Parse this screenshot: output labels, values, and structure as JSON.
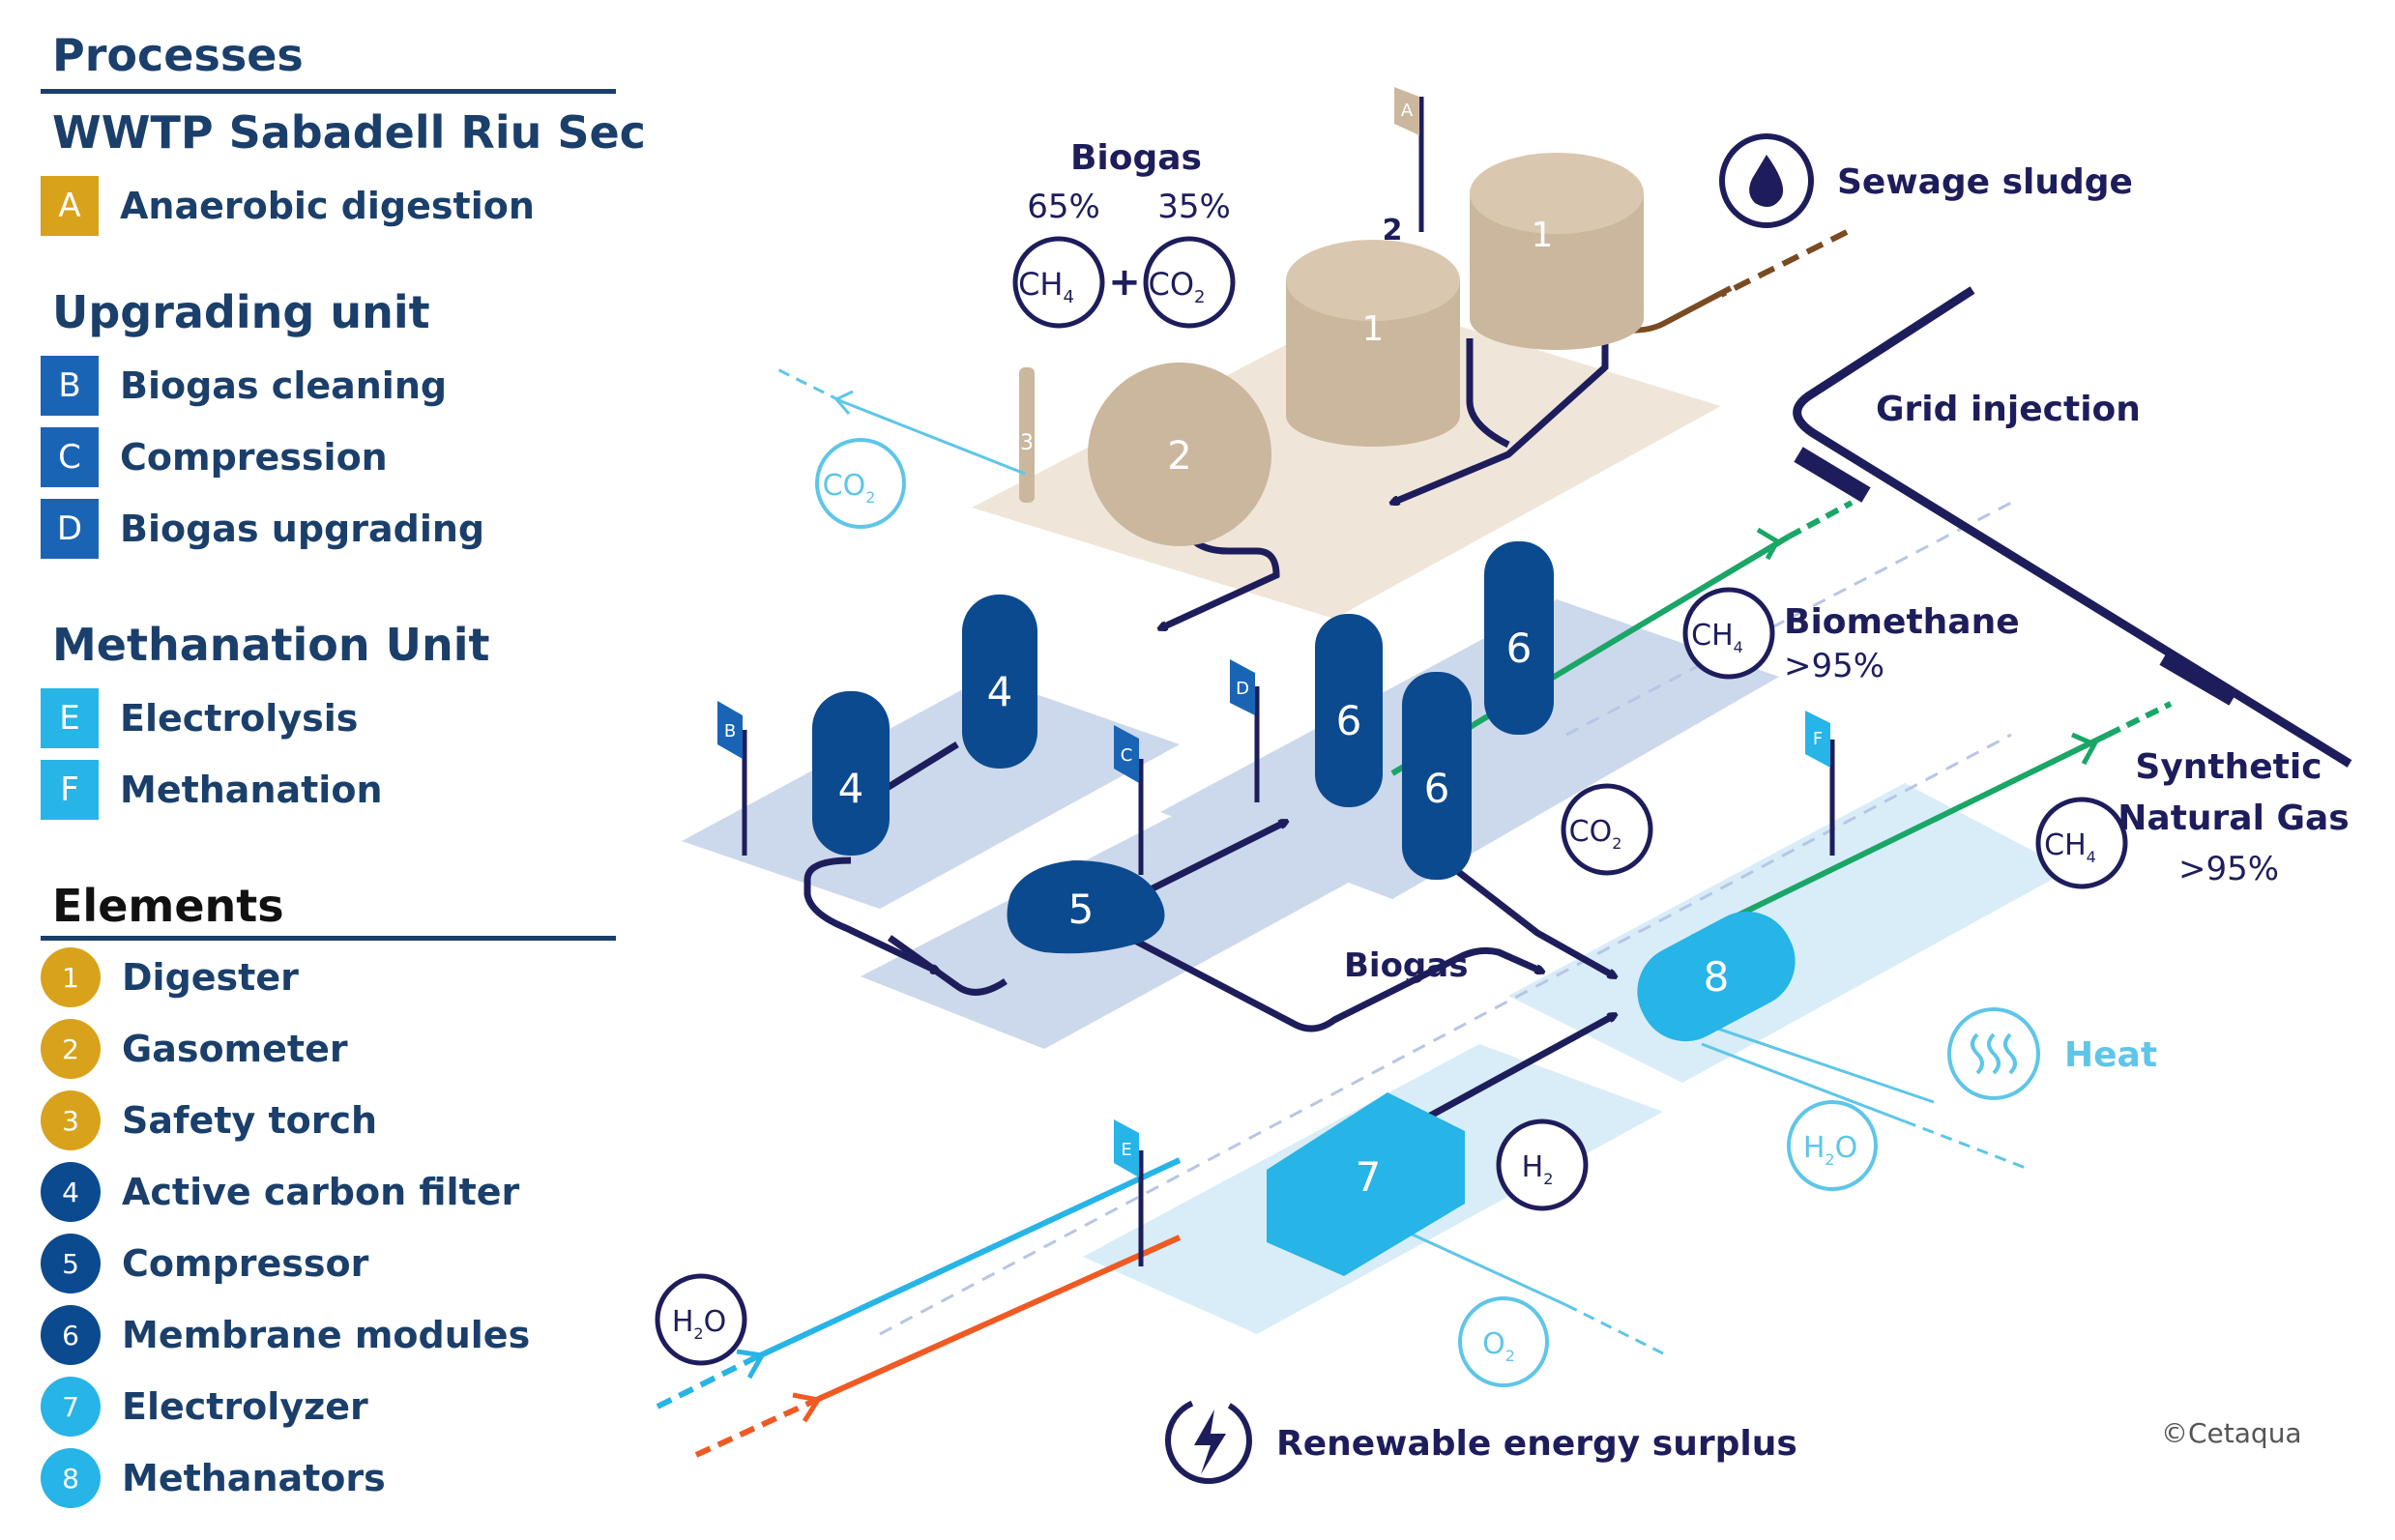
{
  "legend": {
    "processes_title": "Processes",
    "wwtp_title": "WWTP Sabadell Riu Sec",
    "wwtp_items": [
      {
        "code": "A",
        "label": "Anaerobic digestion"
      }
    ],
    "upgrading_title": "Upgrading unit",
    "upgrading_items": [
      {
        "code": "B",
        "label": "Biogas cleaning"
      },
      {
        "code": "C",
        "label": "Compression"
      },
      {
        "code": "D",
        "label": "Biogas upgrading"
      }
    ],
    "methanation_title": "Methanation Unit",
    "methanation_items": [
      {
        "code": "E",
        "label": "Electrolysis"
      },
      {
        "code": "F",
        "label": "Methanation"
      }
    ],
    "elements_title": "Elements",
    "elements": [
      {
        "num": "1",
        "label": "Digester"
      },
      {
        "num": "2",
        "label": "Gasometer"
      },
      {
        "num": "3",
        "label": "Safety torch"
      },
      {
        "num": "4",
        "label": "Active carbon filter"
      },
      {
        "num": "5",
        "label": "Compressor"
      },
      {
        "num": "6",
        "label": "Membrane modules"
      },
      {
        "num": "7",
        "label": "Electrolyzer"
      },
      {
        "num": "8",
        "label": "Methanators"
      }
    ]
  },
  "diagram": {
    "biogas_title": "Biogas",
    "ch4_pct": "65%",
    "co2_pct": "35%",
    "ch4": "CH",
    "ch4_sub": "4",
    "co2": "CO",
    "co2_sub": "2",
    "h2": "H",
    "h2_sub": "2",
    "h2o": "H",
    "h2o_sub": "2",
    "h2o_tail": "O",
    "o2": "O",
    "o2_sub": "2",
    "plus": "+",
    "sewage_sludge": "Sewage sludge",
    "grid_injection": "Grid injection",
    "biomethane": "Biomethane",
    "biomethane_pct": ">95%",
    "synthetic_line1": "Synthetic",
    "synthetic_line2": "Natural Gas",
    "synthetic_pct": ">95%",
    "biogas_flow": "Biogas",
    "heat": "Heat",
    "renewable": "Renewable energy surplus",
    "copyright": "©Cetaqua",
    "num_1": "1",
    "num_2": "2",
    "num_3": "3",
    "num_4": "4",
    "num_5": "5",
    "num_6": "6",
    "num_7": "7",
    "num_8": "8",
    "flag_a": "A",
    "flag_b": "B",
    "flag_c": "C",
    "flag_d": "D",
    "flag_e": "E",
    "flag_f": "F"
  },
  "colors": {
    "navy": "#1b3f6b",
    "gold": "#d9a21b",
    "blue_mid": "#1a64b5",
    "blue_dark": "#0c4a8f",
    "cyan": "#27b4e6",
    "tan": "#cbb79d",
    "dark_line": "#1e1d5c",
    "green": "#19a667",
    "orange": "#ef5a23",
    "brown": "#7a4b22"
  }
}
